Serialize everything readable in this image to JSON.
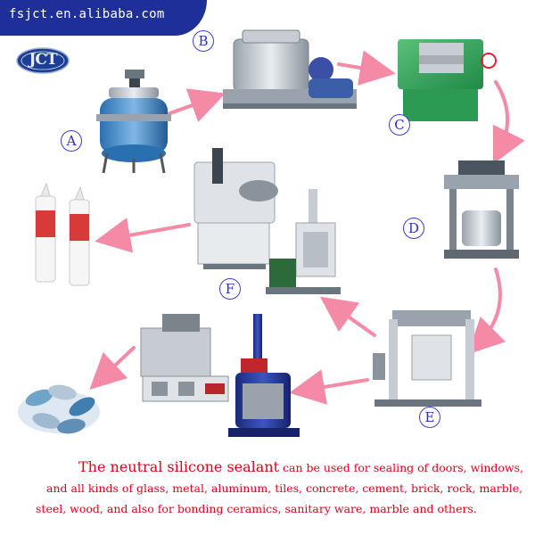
{
  "header": {
    "site": "fsjct.en.alibaba.com"
  },
  "logo": {
    "text": "JCT"
  },
  "steps": {
    "a": "A",
    "b": "B",
    "c": "C",
    "d": "D",
    "e": "E",
    "f": "F"
  },
  "caption": {
    "lead": "The neutral silicone sealant",
    "line1_rest": " can be used for sealing of doors, windows,",
    "line2": "and all kinds of glass, metal, aluminum, tiles, concrete, cement, brick, rock, marble,",
    "line3": "steel, wood, and also for bonding ceramics, sanitary ware, marble and others."
  },
  "colors": {
    "header_bg": "#1f2f9a",
    "arrow": "#f48aa6",
    "label": "#2a2ed0",
    "caption": "#e0001a"
  }
}
